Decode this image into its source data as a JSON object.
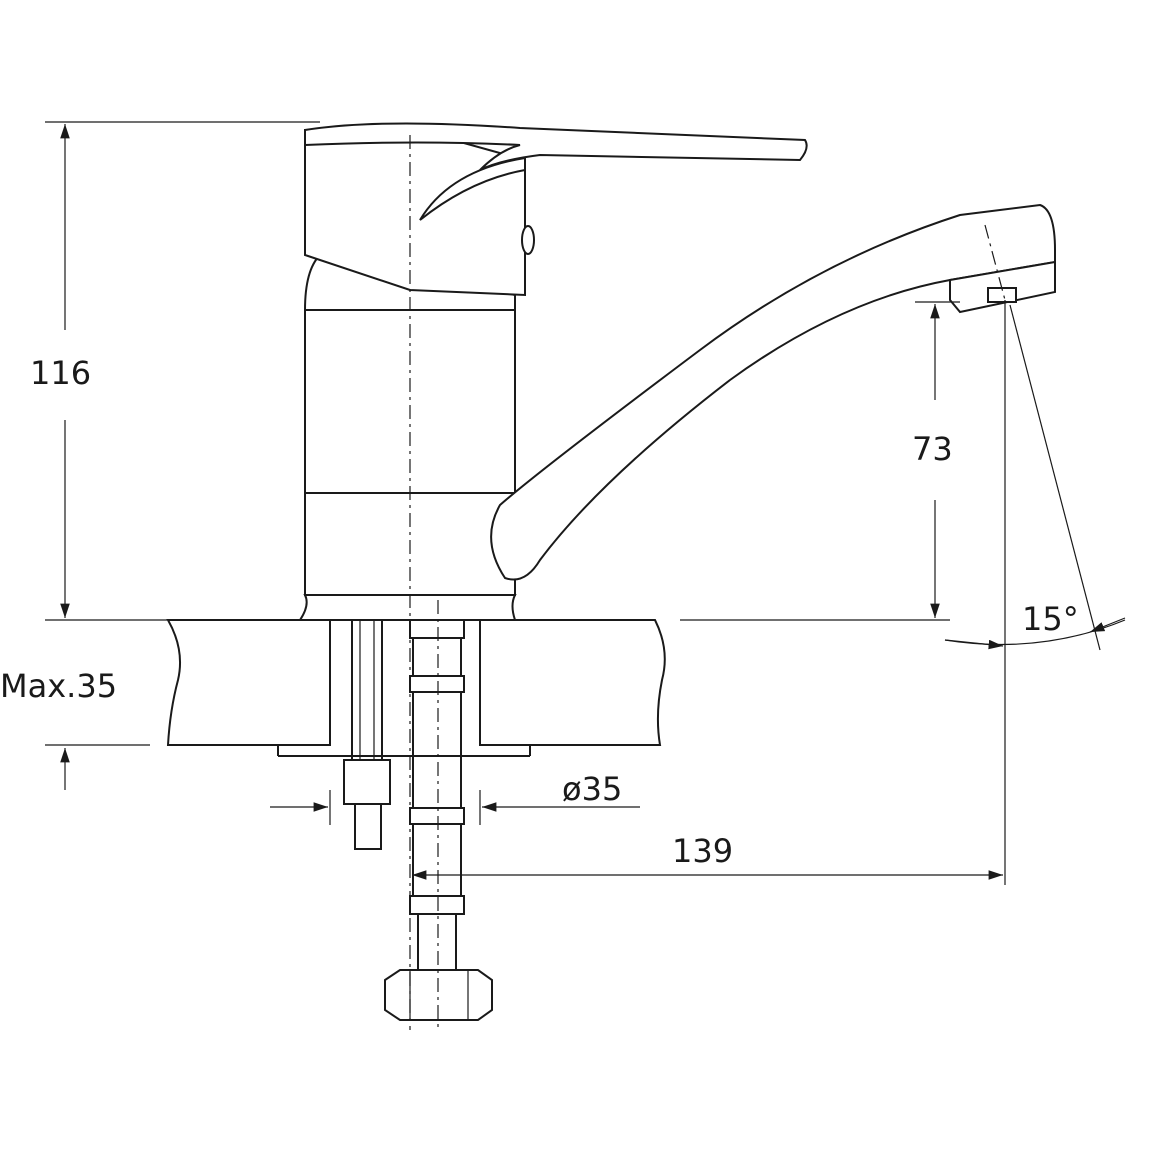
{
  "drawing": {
    "title": "Faucet dimension drawing",
    "dimensions": {
      "height_total": "116",
      "spout_height": "73",
      "spout_angle": "15°",
      "max_counter_thickness": "Max.35",
      "hole_diameter": "ø35",
      "spout_reach": "139"
    },
    "line_color": "#1a1a1a"
  }
}
